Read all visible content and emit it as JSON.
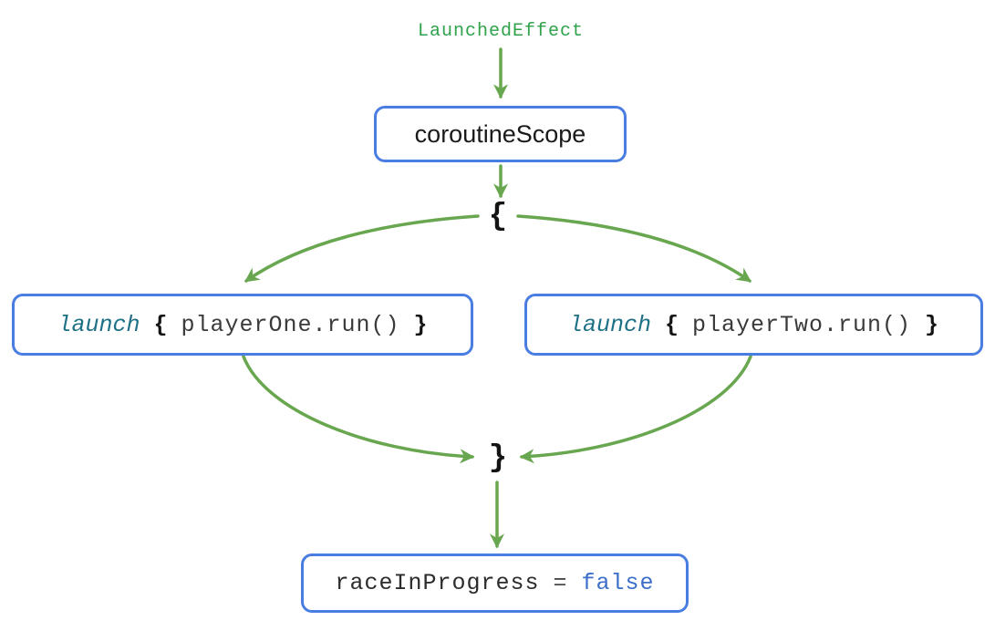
{
  "diagram": {
    "top_label": "LaunchedEffect",
    "scope_box_label": "coroutineScope",
    "open_brace": "{",
    "close_brace": "}",
    "left_box": {
      "keyword": "launch",
      "open_brace": "{",
      "code": "playerOne.run()",
      "close_brace": "}"
    },
    "right_box": {
      "keyword": "launch",
      "open_brace": "{",
      "code": "playerTwo.run()",
      "close_brace": "}"
    },
    "result_box": {
      "variable": "raceInProgress",
      "operator": "=",
      "value": "false"
    }
  },
  "colors": {
    "arrow_green": "#68a74f",
    "label_green": "#2fa24b",
    "border_blue": "#4a7de2",
    "keyword_teal": "#1d7085",
    "value_blue": "#3b6ec9",
    "code_text": "#3a3a3a",
    "brace_black": "#141414"
  }
}
